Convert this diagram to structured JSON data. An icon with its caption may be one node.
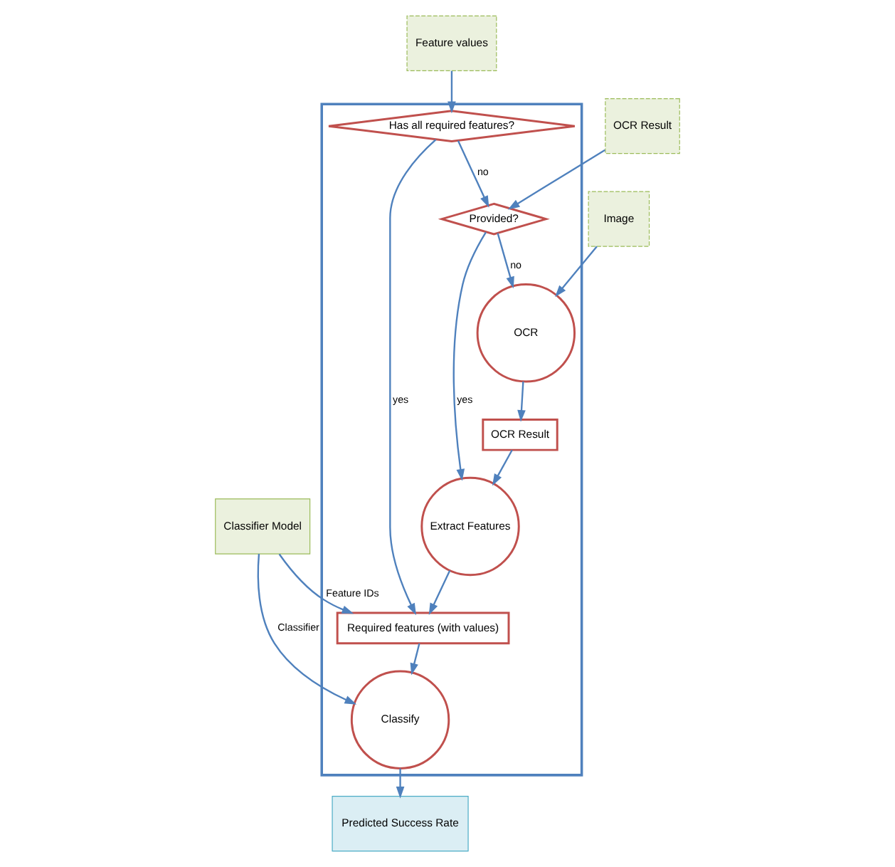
{
  "diagram": {
    "nodes": [
      {
        "text": [],
        "shape": "box"
      },
      {
        "text": [
          "Image"
        ]
      },
      {
        "text": [
          "OCR"
        ],
        "in": 0
      },
      {
        "text": [
          "OCR Result"
        ],
        "in": 0
      },
      {
        "text": [
          "OCR Result"
        ]
      },
      {
        "text": [
          "Provided?"
        ],
        "in": 0
      },
      {
        "text": [
          "Extract Features"
        ],
        "in": 0
      },
      {
        "text": [
          "Feature values"
        ]
      },
      {
        "text": [
          "Has all required features?"
        ],
        "in": 0
      },
      {
        "text": [
          "Required features (with values)"
        ],
        "in": 0
      },
      {
        "text": [
          "Classifier Model"
        ]
      },
      {
        "text": [
          "Classify"
        ],
        "in": 0
      },
      {
        "text": [
          "Predicted Success Rate"
        ]
      }
    ],
    "edges": [
      {
        "from": 1,
        "to": 2,
        "arrow": "to"
      },
      {
        "from": 2,
        "to": 3,
        "arrow": "to"
      },
      {
        "from": 3,
        "to": 6,
        "arrow": "to"
      },
      {
        "from": 4,
        "to": 5,
        "arrow": "to"
      },
      {
        "from": 5,
        "to": 2,
        "arrow": "to",
        "label": "no"
      },
      {
        "from": 5,
        "to": 6,
        "arrow": "to",
        "label": "yes"
      },
      {
        "from": 7,
        "to": 8,
        "arrow": "to"
      },
      {
        "from": 8,
        "to": 5,
        "arrow": "to",
        "label": "no"
      },
      {
        "from": 8,
        "to": 9,
        "arrow": "to",
        "label": "yes"
      },
      {
        "from": 6,
        "to": 9,
        "arrow": "to"
      },
      {
        "from": 9,
        "to": 11,
        "arrow": "to"
      },
      {
        "from": 10,
        "to": 9,
        "arrow": "to",
        "label": "Feature IDs"
      },
      {
        "from": 10,
        "to": 11,
        "arrow": "to",
        "label": "Classifier"
      },
      {
        "from": 11,
        "to": 12,
        "arrow": "to"
      }
    ]
  }
}
